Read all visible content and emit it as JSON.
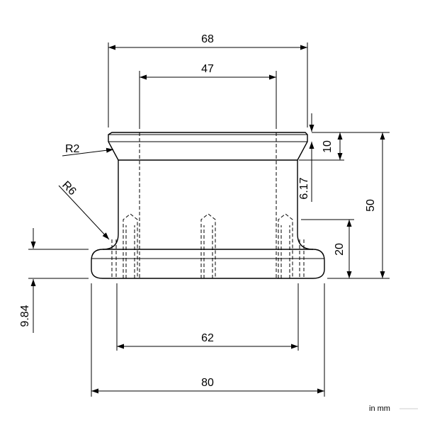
{
  "dimensions": {
    "top_width": "68",
    "inner_width": "47",
    "flange_height": "10",
    "neck_offset": "6.17",
    "total_height": "50",
    "base_to_fillet": "20",
    "base_thickness": "9.84",
    "bolt_span": "62",
    "base_width": "80",
    "radius_top": "R2",
    "radius_fillet": "R6"
  },
  "units_note": "in mm",
  "colors": {
    "line": "#000000",
    "background": "#ffffff"
  }
}
